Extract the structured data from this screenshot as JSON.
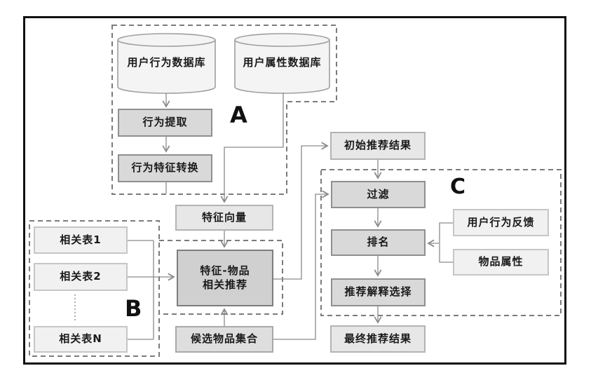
{
  "region_labels": {
    "a": "A",
    "b": "B",
    "c": "C"
  },
  "nodes": {
    "user_behavior_db": "用户行为数据库",
    "user_attribute_db": "用户属性数据库",
    "behavior_extraction": "行为提取",
    "behavior_feature_conversion": "行为特征转换",
    "feature_vector": "特征向量",
    "related_table_1": "相关表1",
    "related_table_2": "相关表2",
    "related_table_n": "相关表N",
    "feature_item_line1": "特征-物品",
    "feature_item_line2": "相关推荐",
    "candidate_item_set": "候选物品集合",
    "initial_recommendation": "初始推荐结果",
    "filter": "过滤",
    "ranking": "排名",
    "explanation_selection": "推荐解释选择",
    "final_recommendation": "最终推荐结果",
    "user_behavior_feedback": "用户行为反馈",
    "item_attributes": "物品属性"
  },
  "colors": {
    "frame": "#111111",
    "connector": "#8a8a8a",
    "dashed_region": "#7b7b7b",
    "process_fill": "#d9d9d9",
    "process_border": "#8f8f8f",
    "result_fill": "#e7e7e7",
    "result_border": "#b3b3b3",
    "input_fill": "#f1f1f1",
    "input_border": "#c6c6c6",
    "core_fill": "#d0d0d0",
    "core_border": "#7d7d7d",
    "mid_fill": "#dedede",
    "mid_border": "#a8a8a8",
    "cylinder_fill": "#f4f4f4",
    "cylinder_border": "#9e9e9e"
  }
}
